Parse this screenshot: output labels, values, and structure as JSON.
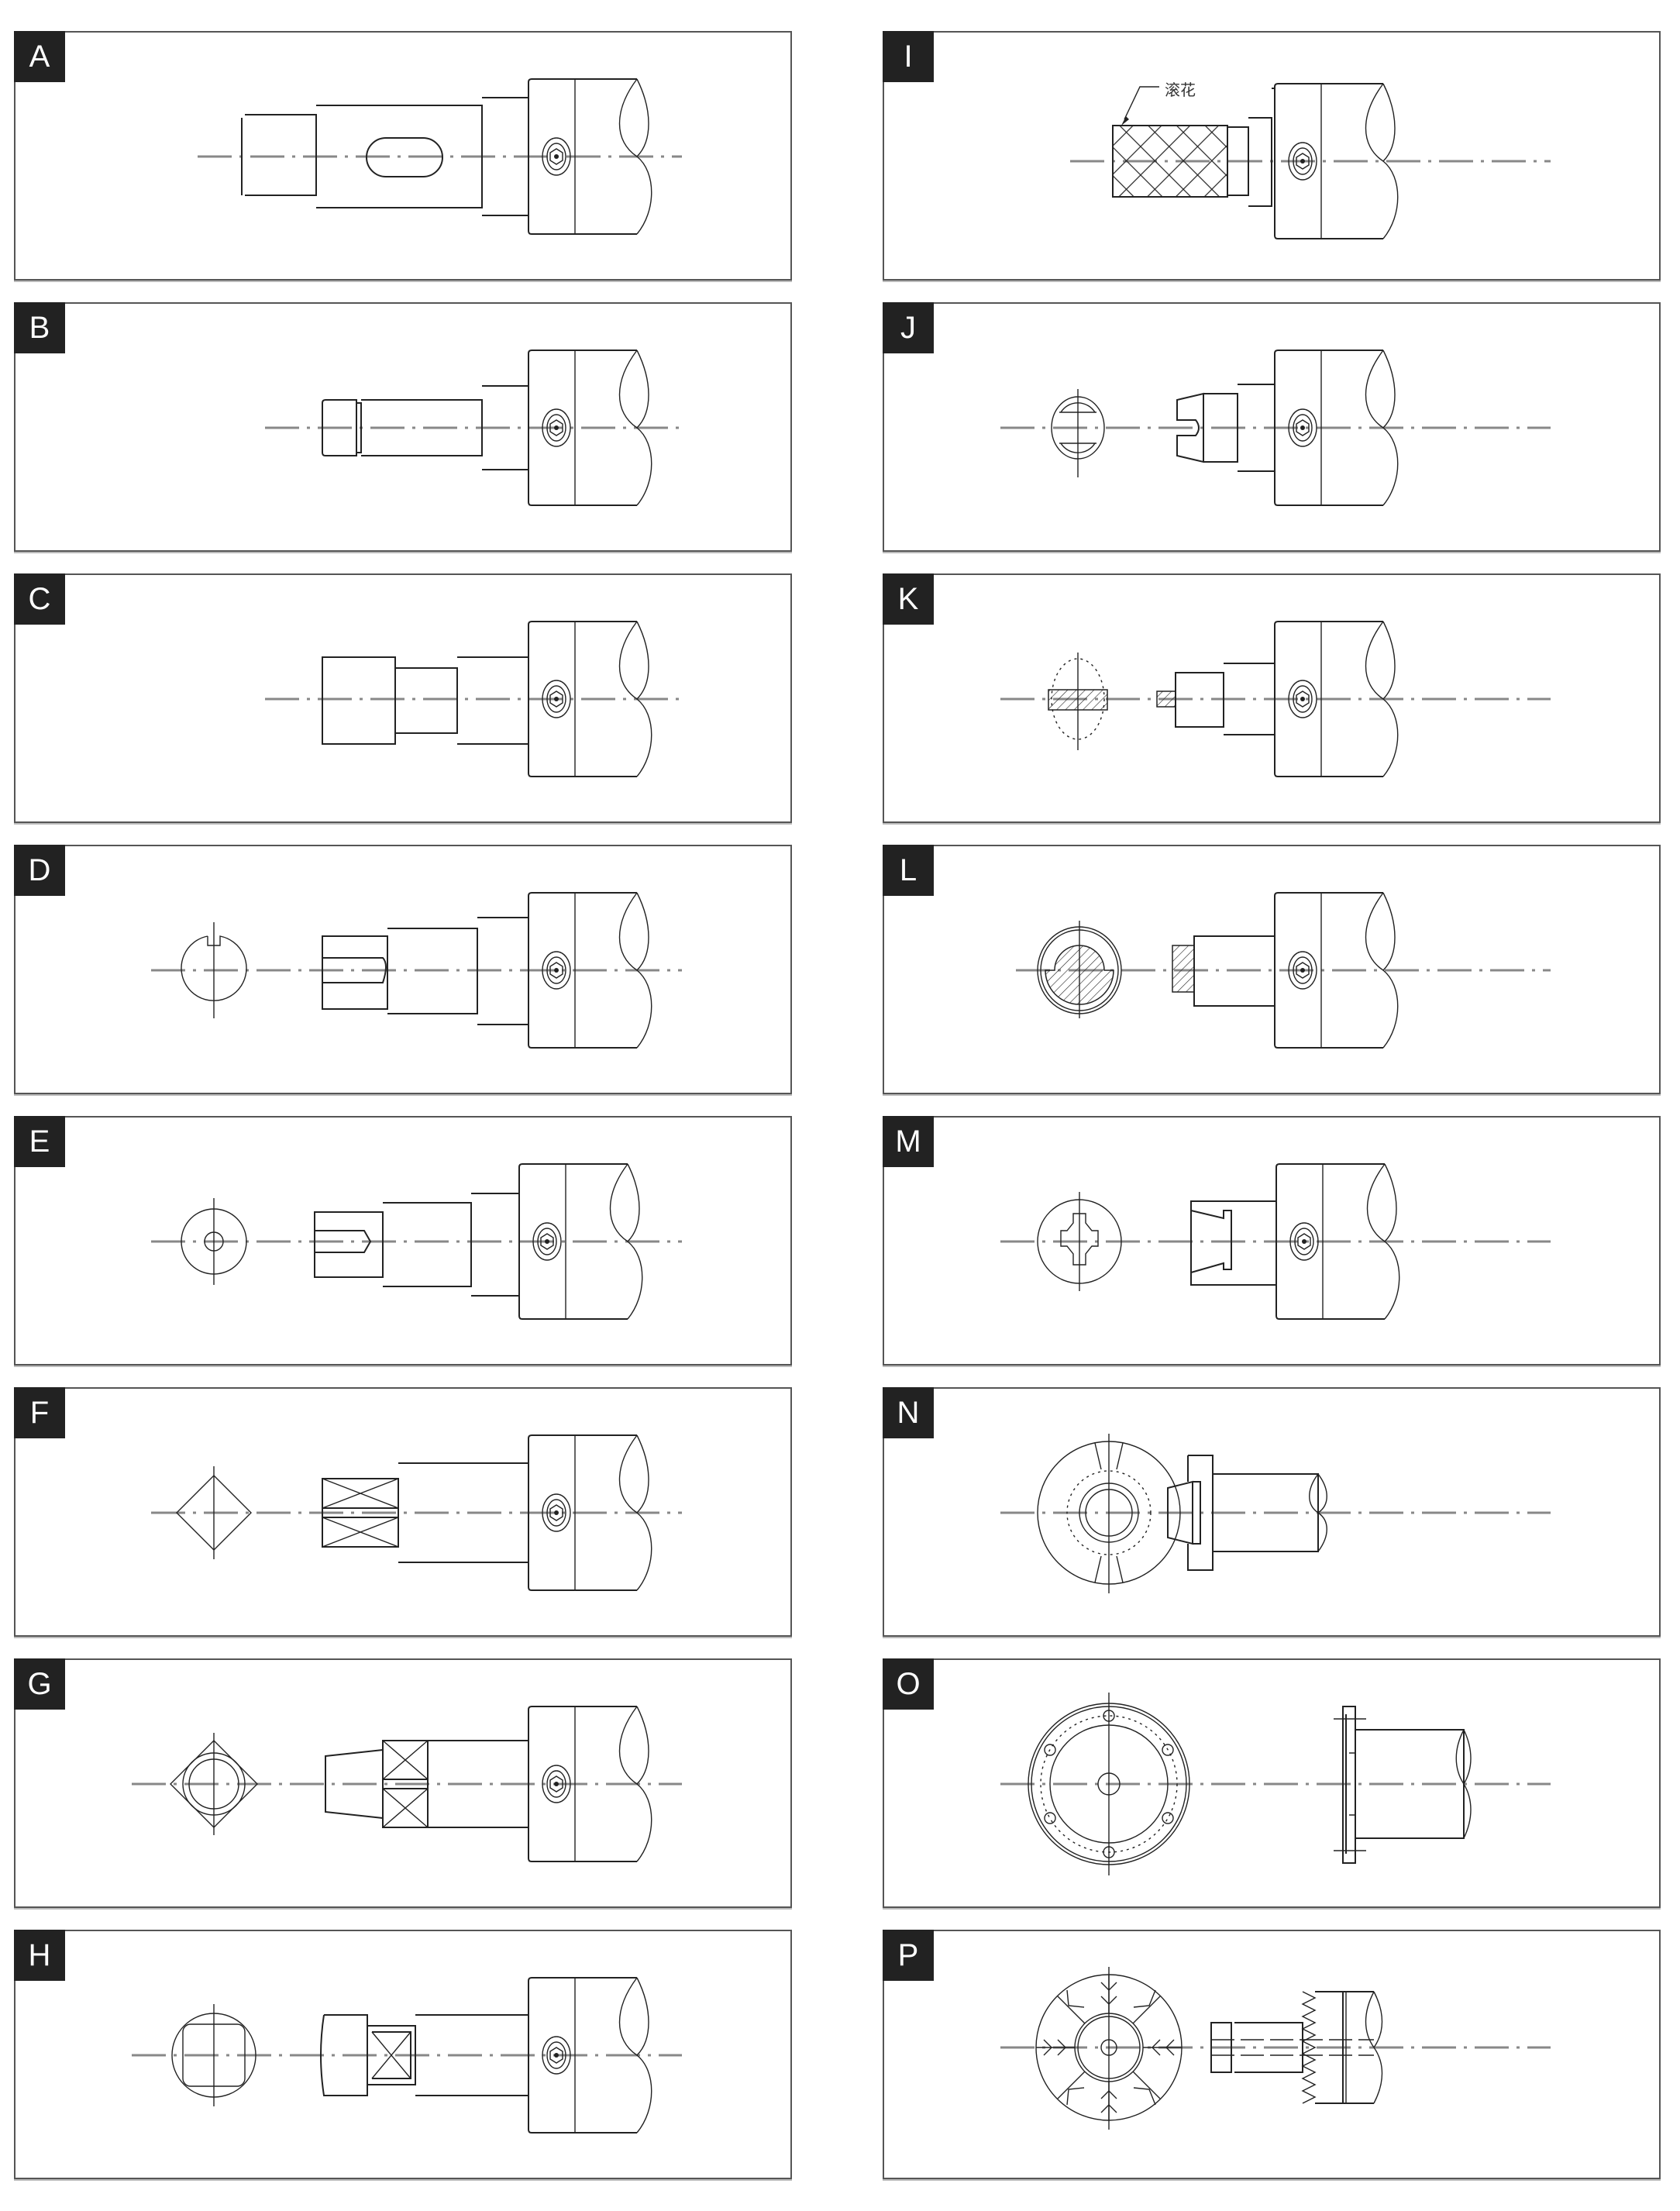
{
  "figure": {
    "panels": [
      {
        "id": "A",
        "label": "A",
        "column": "left",
        "description": "Stepped shaft with keyway slot"
      },
      {
        "id": "B",
        "label": "B",
        "column": "left",
        "description": "Stepped shaft with retaining groove"
      },
      {
        "id": "C",
        "label": "C",
        "column": "left",
        "description": "Shaft with relieved neck"
      },
      {
        "id": "D",
        "label": "D",
        "column": "left",
        "description": "Shaft with key slot, end view shows notched circle"
      },
      {
        "id": "E",
        "label": "E",
        "column": "left",
        "description": "Shaft with center pin hole, end view"
      },
      {
        "id": "F",
        "label": "F",
        "column": "left",
        "description": "Square drive end, end view diamond"
      },
      {
        "id": "G",
        "label": "G",
        "column": "left",
        "description": "Tapered square drive, end view square with circle"
      },
      {
        "id": "H",
        "label": "H",
        "column": "left",
        "description": "Square neck with round head, end view"
      },
      {
        "id": "I",
        "label": "I",
        "column": "right",
        "description": "Knurled shaft",
        "annotation": "滚花"
      },
      {
        "id": "J",
        "label": "J",
        "column": "right",
        "description": "Slotted fork end, end view"
      },
      {
        "id": "K",
        "label": "K",
        "column": "right",
        "description": "Flat tang end, hatched section"
      },
      {
        "id": "L",
        "label": "L",
        "column": "right",
        "description": "D-shaped cam end, hatched section"
      },
      {
        "id": "M",
        "label": "M",
        "column": "right",
        "description": "Cross-slot socket, end view"
      },
      {
        "id": "N",
        "label": "N",
        "column": "right",
        "description": "Flanged coupling with tapered boss"
      },
      {
        "id": "O",
        "label": "O",
        "column": "right",
        "description": "Bolt-circle flange, six holes"
      },
      {
        "id": "P",
        "label": "P",
        "column": "right",
        "description": "Serrated face (Hirth) coupling"
      }
    ],
    "colors": {
      "label_bg": "#222222",
      "label_fg": "#ffffff",
      "line": "#222222",
      "centerline": "#888888",
      "panel_border": "#555555"
    }
  }
}
